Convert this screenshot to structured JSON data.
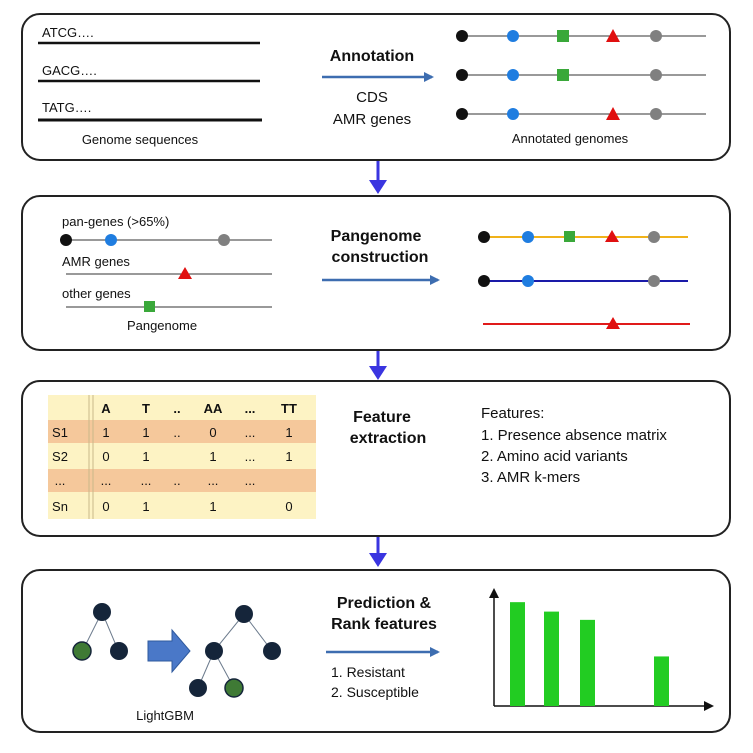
{
  "panel1": {
    "seq1": "ATCG….",
    "seq2": "GACG….",
    "seq3": "TATG….",
    "left_caption": "Genome sequences",
    "step_title": "Annotation",
    "step_sub1": "CDS",
    "step_sub2": "AMR genes",
    "right_caption": "Annotated genomes"
  },
  "panel2": {
    "pan_label": "pan-genes (>65%)",
    "amr_label": "AMR genes",
    "other_label": "other genes",
    "left_caption": "Pangenome",
    "step_title_1": "Pangenome",
    "step_title_2": "construction"
  },
  "panel3": {
    "matrix": {
      "headers": [
        "",
        "A",
        "T",
        "..",
        "AA",
        "...",
        "TT"
      ],
      "rows": [
        [
          "S1",
          "1",
          "1",
          "..",
          "0",
          "...",
          "1"
        ],
        [
          "S2",
          "0",
          "1",
          "",
          "1",
          "...",
          "1"
        ],
        [
          "...",
          "...",
          "...",
          "..",
          "...",
          "...",
          ""
        ],
        [
          "Sn",
          "0",
          "1",
          "",
          "1",
          "",
          "0"
        ]
      ]
    },
    "step_title_1": "Feature",
    "step_title_2": "extraction",
    "features_title": "Features:",
    "features": [
      "1. Presence absence matrix",
      "2. Amino acid variants",
      "3. AMR k-mers"
    ]
  },
  "panel4": {
    "left_caption": "LightGBM",
    "step_title_1": "Prediction &",
    "step_title_2": "Rank features",
    "outcome_1": "1. Resistant",
    "outcome_2": "2. Susceptible",
    "chart_data": {
      "type": "bar",
      "values": [
        0.88,
        0.8,
        0.73,
        0.42
      ]
    }
  },
  "colors": {
    "arrow_blue": "#3a35e0",
    "step_arrow": "#3d6db0",
    "gene_blue": "#1f7de0",
    "gene_green": "#3aa83a",
    "gene_red": "#e01010",
    "gene_gray": "#808080",
    "line_orange": "#f0b21a",
    "line_navy": "#1a1aa8",
    "line_red": "#e01a1a",
    "bar_green": "#22cc22",
    "tree_node": "#15253a",
    "tree_leaf": "#3f7a35",
    "row_shade": "#f5c89b",
    "table_bg": "#fdf3c4"
  }
}
